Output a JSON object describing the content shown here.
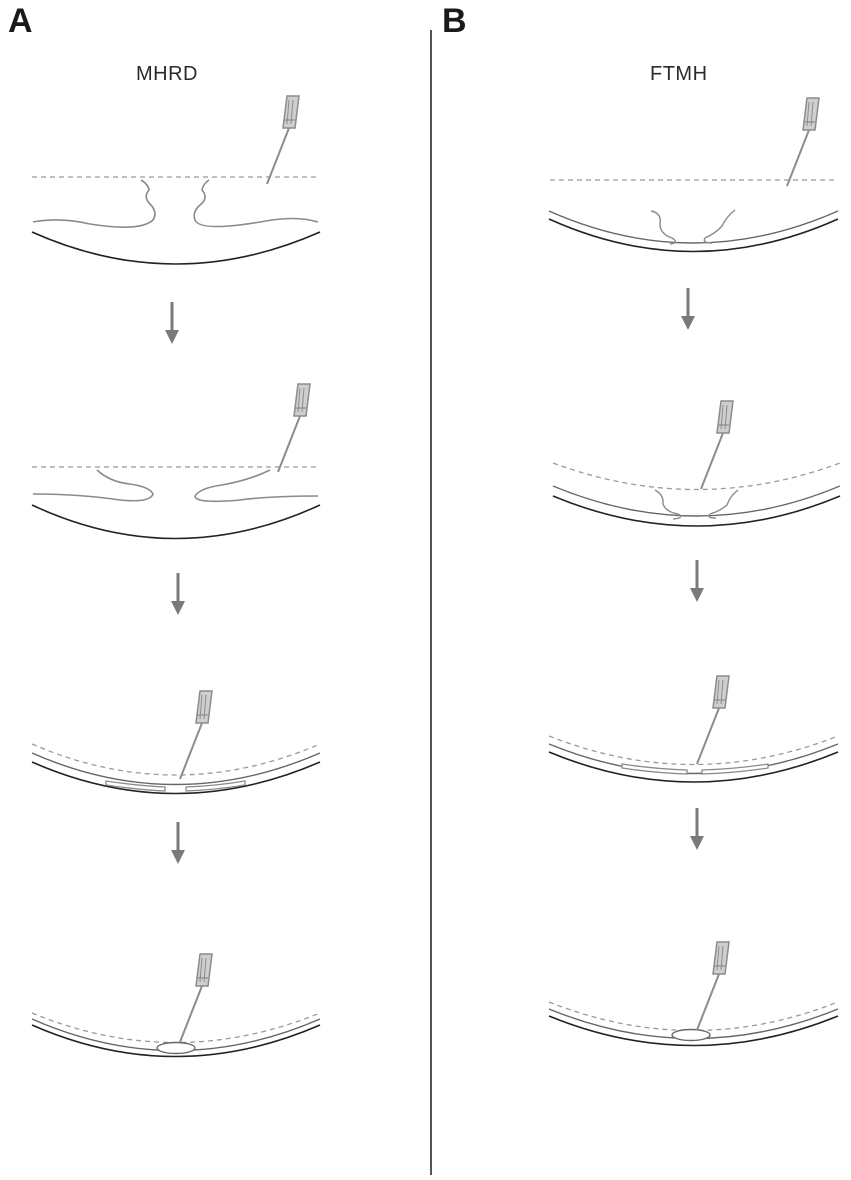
{
  "panels": [
    {
      "letter": "A",
      "title": "MHRD"
    },
    {
      "letter": "B",
      "title": "FTMH"
    }
  ],
  "colors": {
    "retina": "#8a8a8a",
    "eyewall": "#222222",
    "dashed": "#9a9a9a",
    "arrow": "#7a7a7a",
    "needle": "#8c8c8c",
    "divider": "#555555"
  },
  "icons": {
    "needle": "needle-icon",
    "arrow": "down-arrow-icon"
  }
}
